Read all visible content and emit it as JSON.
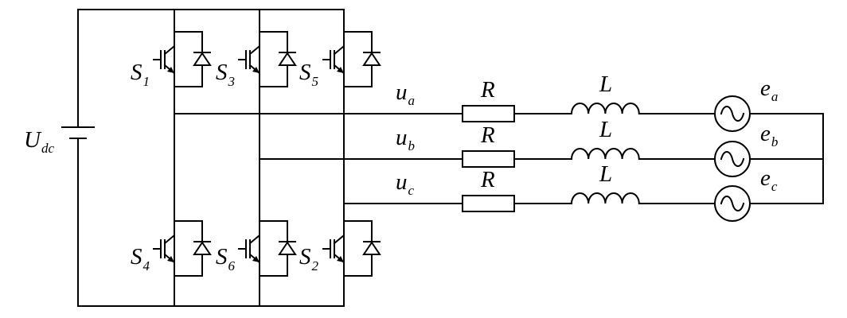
{
  "diagram": {
    "source": {
      "symbol": "U",
      "sub": "dc"
    },
    "switches": [
      {
        "symbol": "S",
        "sub": "1"
      },
      {
        "symbol": "S",
        "sub": "3"
      },
      {
        "symbol": "S",
        "sub": "5"
      },
      {
        "symbol": "S",
        "sub": "4"
      },
      {
        "symbol": "S",
        "sub": "6"
      },
      {
        "symbol": "S",
        "sub": "2"
      }
    ],
    "phases": [
      {
        "u": "u",
        "u_sub": "a",
        "r": "R",
        "l": "L",
        "e": "e",
        "e_sub": "a"
      },
      {
        "u": "u",
        "u_sub": "b",
        "r": "R",
        "l": "L",
        "e": "e",
        "e_sub": "b"
      },
      {
        "u": "u",
        "u_sub": "c",
        "r": "R",
        "l": "L",
        "e": "e",
        "e_sub": "c"
      }
    ]
  }
}
